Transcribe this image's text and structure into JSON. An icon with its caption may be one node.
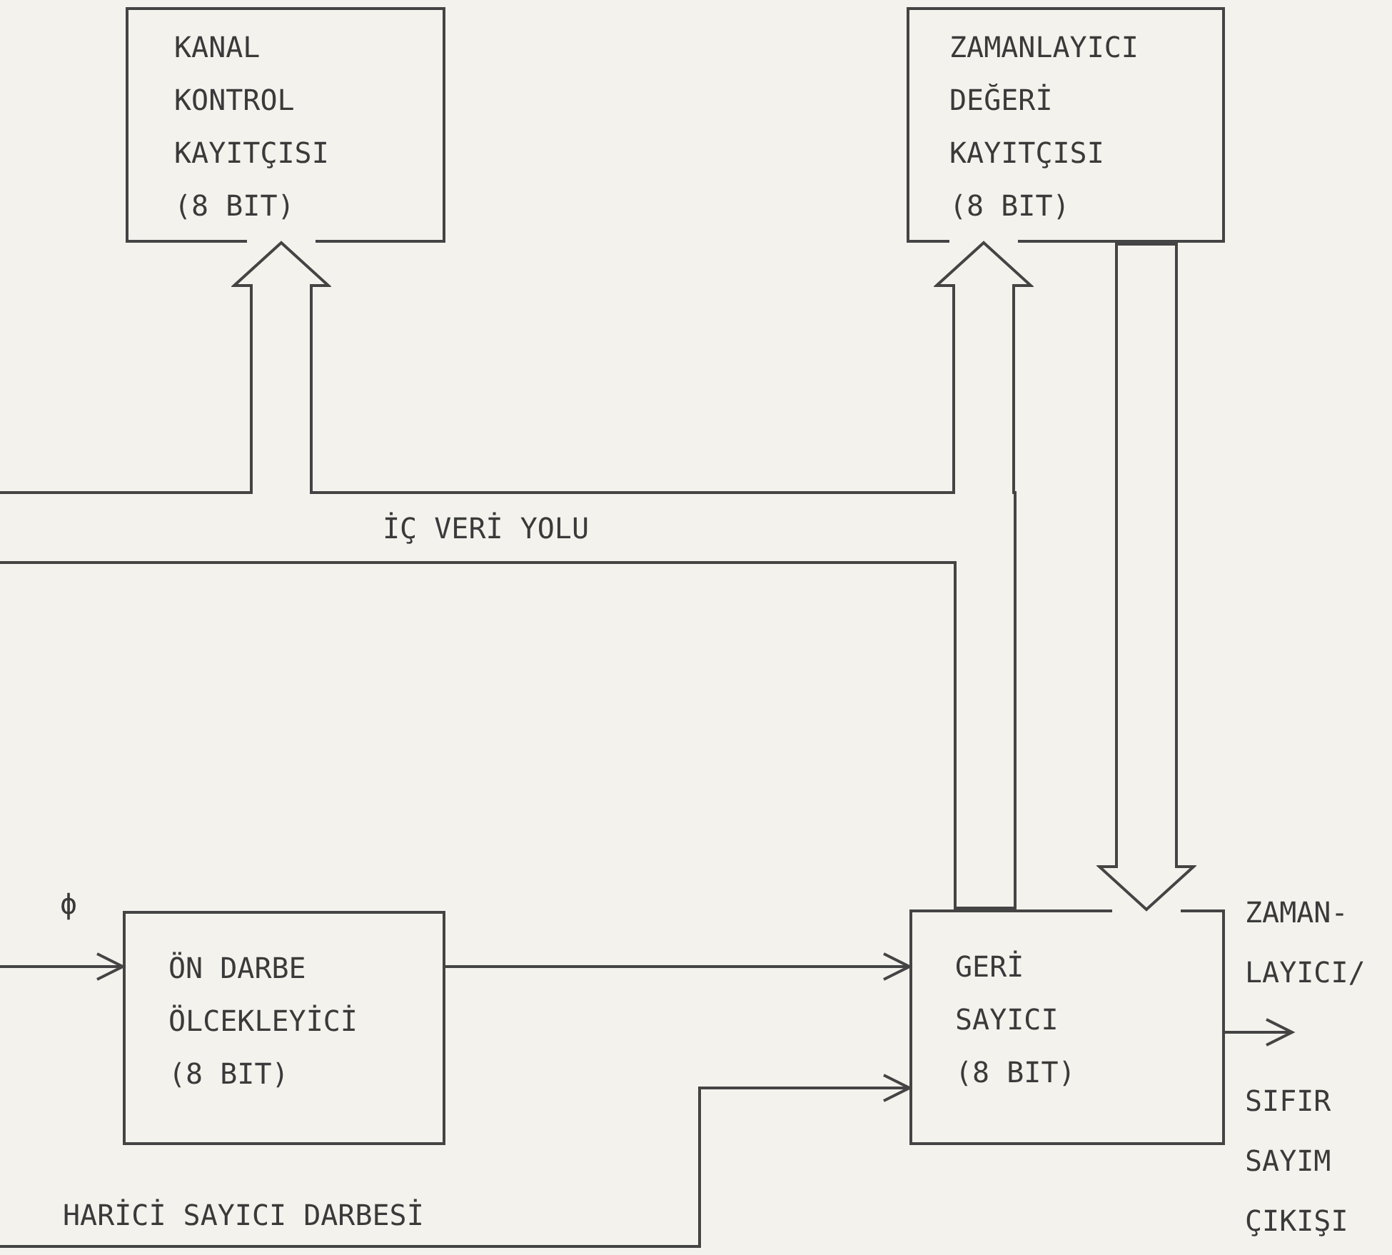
{
  "diagram": {
    "nodes": [
      {
        "text": [
          "KANAL KONTROL KAYITÇISI (8 BIT)"
        ]
      },
      {
        "text": [
          "ZAMANLAYICI DEĞERİ KAYITÇISI (8 BIT)"
        ]
      },
      {
        "text": [
          "İÇ VERİ YOLU"
        ]
      },
      {
        "text": [
          "ÖN DARBE ÖLCEKLEYİCİ (8 BIT)"
        ]
      },
      {
        "text": [
          "GERİ SAYICI (8 BIT)"
        ]
      }
    ],
    "edges": [
      {
        "from": 2,
        "to": 0,
        "arrow": "to",
        "style": "thick"
      },
      {
        "from": 2,
        "to": 1,
        "arrow": "to",
        "style": "thick"
      },
      {
        "from": 1,
        "to": 4,
        "arrow": "to",
        "style": "thick"
      },
      {
        "from": 2,
        "to": 4,
        "arrow": "none",
        "style": "thick"
      },
      {
        "from": null,
        "to": 3,
        "arrow": "to",
        "label": "ϕ"
      },
      {
        "from": 3,
        "to": 4,
        "arrow": "to"
      },
      {
        "from": null,
        "to": 4,
        "arrow": "to",
        "label": "HARİCİ SAYICI DARBESİ"
      },
      {
        "from": 4,
        "to": null,
        "arrow": "to",
        "label": "ZAMAN- LAYICI/"
      }
    ],
    "labels": [
      "SIFIR SAYIM ÇIKIŞI"
    ]
  }
}
